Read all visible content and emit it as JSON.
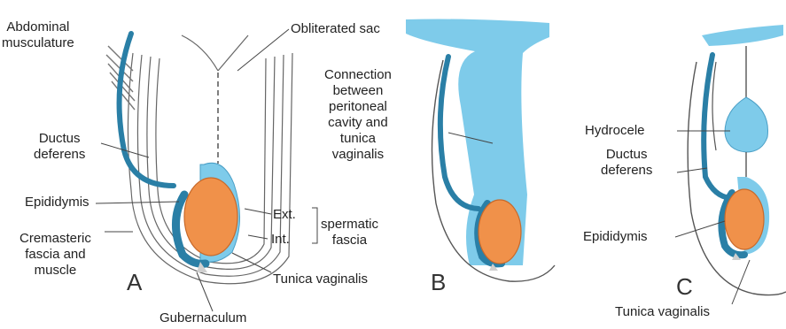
{
  "colors": {
    "duct": "#2a7fa6",
    "serosa": "#7ecbea",
    "testis": "#f0914a",
    "testis_edge": "#c8692a",
    "lines": "#555555"
  },
  "panel_a": {
    "letter": "A",
    "abdominal_musculature": [
      "Abdominal",
      "musculature"
    ],
    "obliterated_sac": "Obliterated sac",
    "ductus_deferens": [
      "Ductus",
      "deferens"
    ],
    "epididymis": "Epididymis",
    "cremasteric": [
      "Cremasteric",
      "fascia and",
      "muscle"
    ],
    "ext": "Ext.",
    "int": "Int.",
    "spermatic_fascia": [
      "spermatic",
      "fascia"
    ],
    "tunica_vaginalis": "Tunica vaginalis",
    "gubernaculum": "Gubernaculum"
  },
  "panel_b": {
    "letter": "B",
    "connection": [
      "Connection",
      "between",
      "peritoneal",
      "cavity and",
      "tunica",
      "vaginalis"
    ]
  },
  "panel_c": {
    "letter": "C",
    "hydrocele": "Hydrocele",
    "ductus_deferens": [
      "Ductus",
      "deferens"
    ],
    "epididymis": "Epididymis",
    "tunica_vaginalis": "Tunica vaginalis"
  }
}
